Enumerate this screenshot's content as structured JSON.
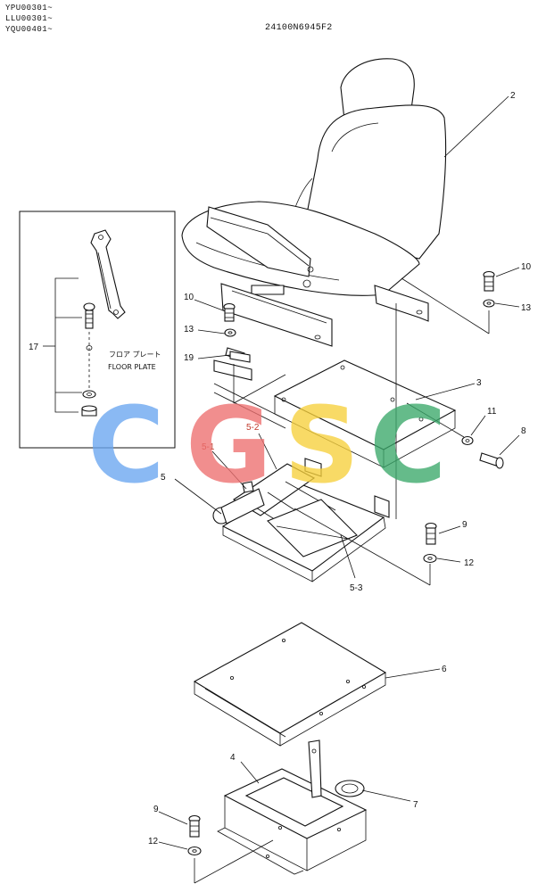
{
  "header": {
    "serials": [
      "YPU00301~",
      "LLU00301~",
      "YQU00401~"
    ],
    "document_number": "24100N6945F2"
  },
  "inset": {
    "label_jp": "フロア プレート",
    "label_en": "FLOOR PLATE"
  },
  "callouts": {
    "c2": "2",
    "c3": "3",
    "c4": "4",
    "c5": "5",
    "c5_1": "5-1",
    "c5_2": "5-2",
    "c5_3": "5-3",
    "c6": "6",
    "c7": "7",
    "c8": "8",
    "c9a": "9",
    "c9b": "9",
    "c10a": "10",
    "c10b": "10",
    "c11": "11",
    "c12a": "12",
    "c12b": "12",
    "c13a": "13",
    "c13b": "13",
    "c17": "17",
    "c19": "19"
  },
  "watermark": {
    "letters": [
      "C",
      "G",
      "S",
      "C"
    ],
    "colors": [
      "#6aa6f0",
      "#ee6f6f",
      "#f7d03c",
      "#3aa86a"
    ]
  },
  "colors": {
    "ink": "#111111",
    "highlight_label": "#c0392b"
  }
}
